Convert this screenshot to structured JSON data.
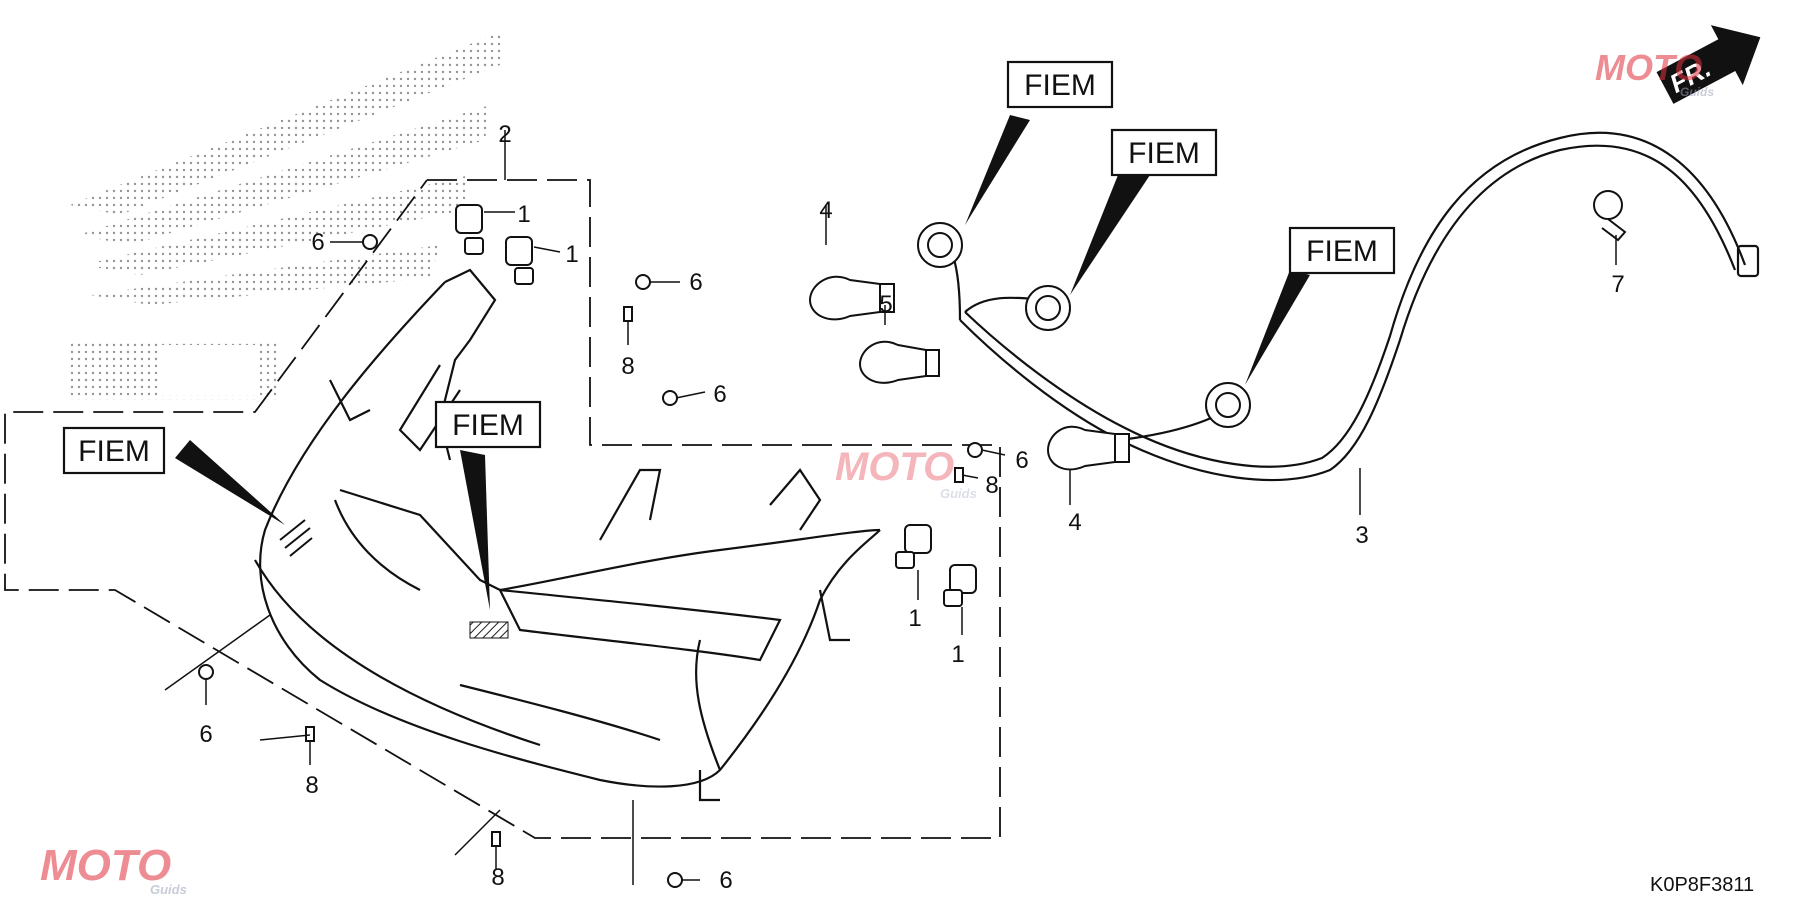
{
  "watermark": {
    "brand": "MOTO",
    "sub": "Guids",
    "color": "#e0303c",
    "accent": "#9aa3b8"
  },
  "direction_marker": {
    "text": "FR.",
    "icon": "front-direction-arrow-icon"
  },
  "fiem_tags": [
    "FIEM",
    "FIEM",
    "FIEM",
    "FIEM",
    "FIEM"
  ],
  "callouts": [
    "2",
    "1",
    "1",
    "6",
    "6",
    "8",
    "6",
    "6",
    "8",
    "1",
    "1",
    "6",
    "8",
    "8",
    "6",
    "4",
    "5",
    "4",
    "3",
    "7"
  ],
  "diagram_code": "K0P8F3811",
  "parts": [
    {
      "ref": "1",
      "part": "grommet"
    },
    {
      "ref": "2",
      "part": "headlight-unit"
    },
    {
      "ref": "3",
      "part": "wire-harness"
    },
    {
      "ref": "4",
      "part": "bulb"
    },
    {
      "ref": "5",
      "part": "bulb"
    },
    {
      "ref": "6",
      "part": "screw-washer"
    },
    {
      "ref": "7",
      "part": "band-clamp"
    },
    {
      "ref": "8",
      "part": "tapping-screw"
    }
  ]
}
